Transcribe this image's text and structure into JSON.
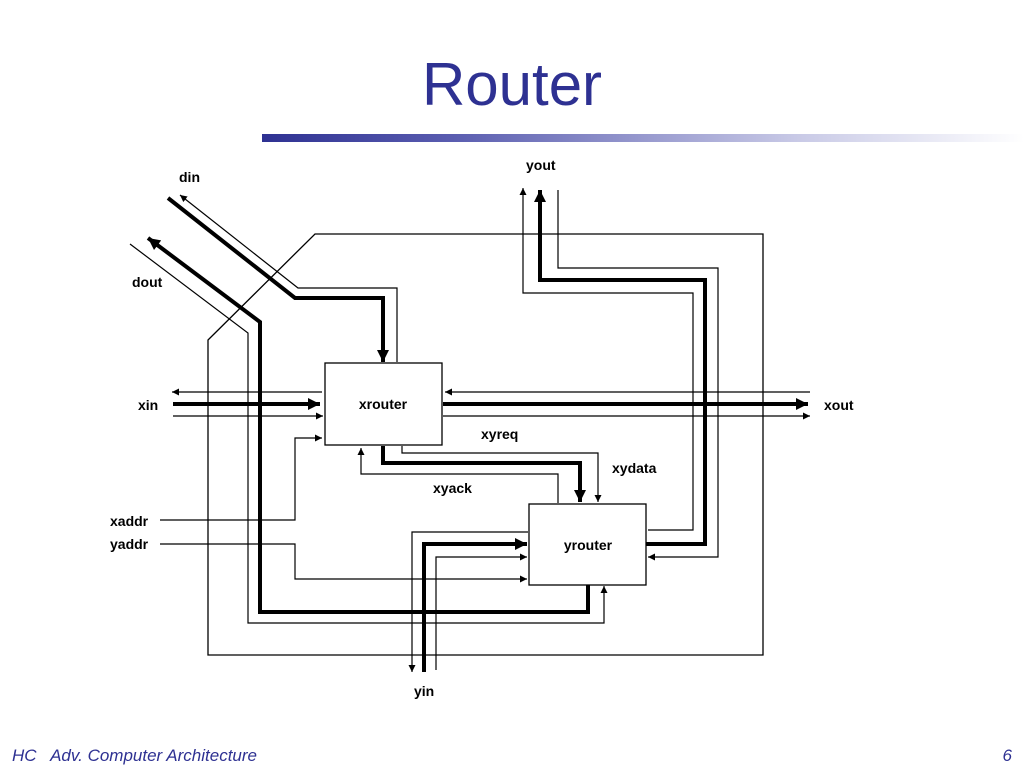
{
  "slide": {
    "title": "Router"
  },
  "diagram": {
    "blocks": {
      "xrouter": "xrouter",
      "yrouter": "yrouter"
    },
    "ports": {
      "din": "din",
      "dout": "dout",
      "yout": "yout",
      "xin": "xin",
      "xout": "xout",
      "xaddr": "xaddr",
      "yaddr": "yaddr",
      "yin": "yin"
    },
    "signals": {
      "xyreq": "xyreq",
      "xydata": "xydata",
      "xyack": "xyack"
    }
  },
  "footer": {
    "course": "HC   Adv. Computer Architecture",
    "page": "6"
  }
}
